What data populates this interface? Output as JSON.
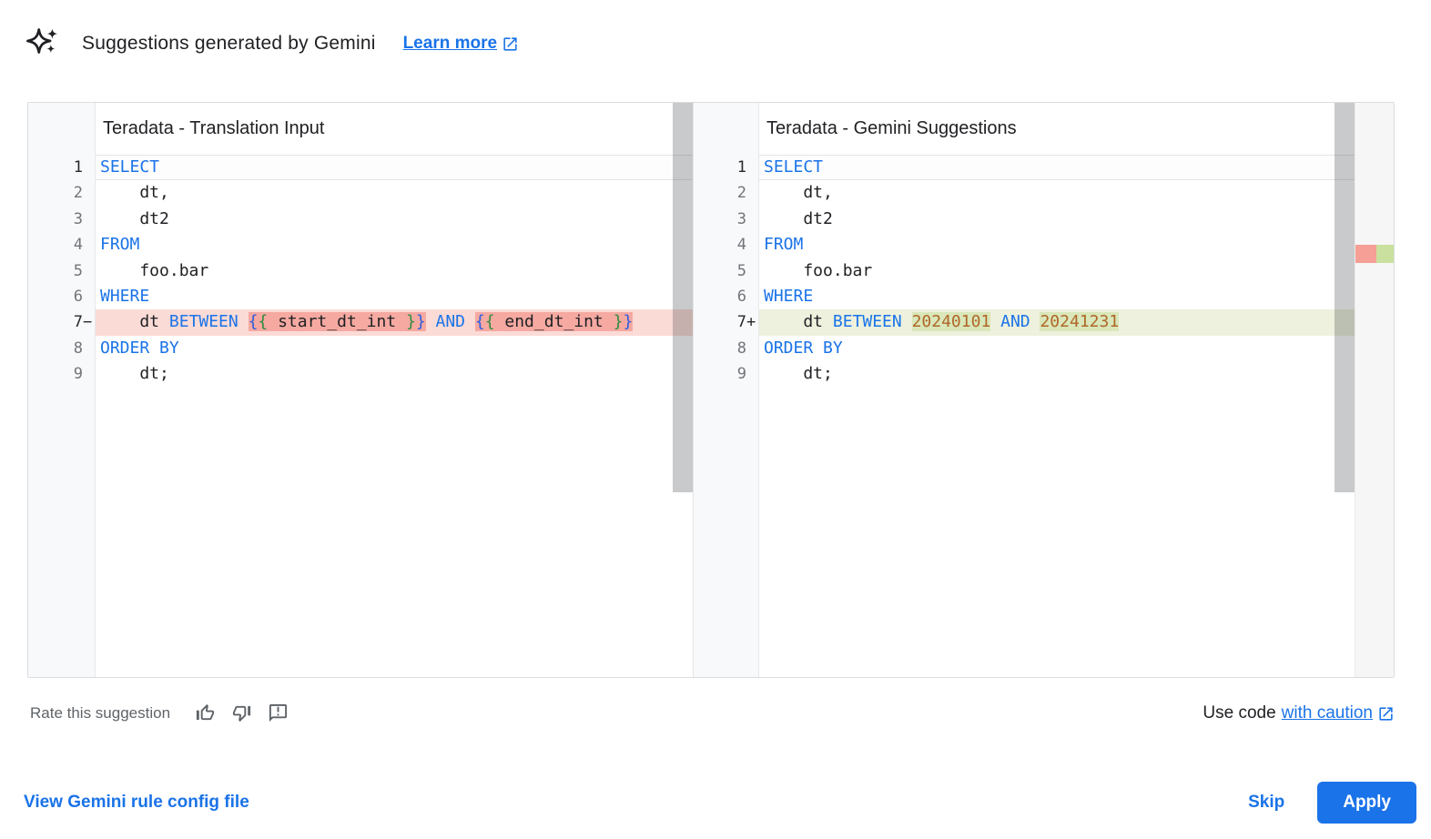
{
  "header": {
    "icon": "gemini-sparkle-icon",
    "title": "Suggestions generated by Gemini",
    "learn_more_label": "Learn more"
  },
  "diff": {
    "left": {
      "title": "Teradata - Translation Input",
      "lines": [
        {
          "num": "1",
          "marker": "",
          "state": "current",
          "tokens": [
            {
              "t": "SELECT",
              "c": "kw"
            }
          ]
        },
        {
          "num": "2",
          "marker": "",
          "state": "",
          "tokens": [
            {
              "t": "    dt,",
              "c": "pl"
            }
          ]
        },
        {
          "num": "3",
          "marker": "",
          "state": "",
          "tokens": [
            {
              "t": "    dt2",
              "c": "pl"
            }
          ]
        },
        {
          "num": "4",
          "marker": "",
          "state": "",
          "tokens": [
            {
              "t": "FROM",
              "c": "kw"
            }
          ]
        },
        {
          "num": "5",
          "marker": "",
          "state": "",
          "tokens": [
            {
              "t": "    foo.bar",
              "c": "pl"
            }
          ]
        },
        {
          "num": "6",
          "marker": "",
          "state": "",
          "tokens": [
            {
              "t": "WHERE",
              "c": "kw"
            }
          ]
        },
        {
          "num": "7",
          "marker": "−",
          "state": "removed",
          "tokens": [
            {
              "t": "    dt ",
              "c": "pl"
            },
            {
              "t": "BETWEEN",
              "c": "kw"
            },
            {
              "t": " ",
              "c": "pl"
            },
            {
              "t": "{",
              "c": "b1",
              "h": 1
            },
            {
              "t": "{",
              "c": "b2",
              "h": 1
            },
            {
              "t": " start_dt_int ",
              "c": "pl",
              "h": 1
            },
            {
              "t": "}",
              "c": "b2",
              "h": 1
            },
            {
              "t": "}",
              "c": "b1",
              "h": 1
            },
            {
              "t": " ",
              "c": "pl"
            },
            {
              "t": "AND",
              "c": "kw"
            },
            {
              "t": " ",
              "c": "pl"
            },
            {
              "t": "{",
              "c": "b1",
              "h": 1
            },
            {
              "t": "{",
              "c": "b2",
              "h": 1
            },
            {
              "t": " end_dt_int ",
              "c": "pl",
              "h": 1
            },
            {
              "t": "}",
              "c": "b2",
              "h": 1
            },
            {
              "t": "}",
              "c": "b1",
              "h": 1
            }
          ]
        },
        {
          "num": "8",
          "marker": "",
          "state": "",
          "tokens": [
            {
              "t": "ORDER BY",
              "c": "kw"
            }
          ]
        },
        {
          "num": "9",
          "marker": "",
          "state": "",
          "tokens": [
            {
              "t": "    dt;",
              "c": "pl"
            }
          ]
        }
      ]
    },
    "right": {
      "title": "Teradata - Gemini Suggestions",
      "lines": [
        {
          "num": "1",
          "marker": "",
          "state": "current",
          "tokens": [
            {
              "t": "SELECT",
              "c": "kw"
            }
          ]
        },
        {
          "num": "2",
          "marker": "",
          "state": "",
          "tokens": [
            {
              "t": "    dt,",
              "c": "pl"
            }
          ]
        },
        {
          "num": "3",
          "marker": "",
          "state": "",
          "tokens": [
            {
              "t": "    dt2",
              "c": "pl"
            }
          ]
        },
        {
          "num": "4",
          "marker": "",
          "state": "",
          "tokens": [
            {
              "t": "FROM",
              "c": "kw"
            }
          ]
        },
        {
          "num": "5",
          "marker": "",
          "state": "",
          "tokens": [
            {
              "t": "    foo.bar",
              "c": "pl"
            }
          ]
        },
        {
          "num": "6",
          "marker": "",
          "state": "",
          "tokens": [
            {
              "t": "WHERE",
              "c": "kw"
            }
          ]
        },
        {
          "num": "7",
          "marker": "+",
          "state": "added",
          "tokens": [
            {
              "t": "    dt ",
              "c": "pl"
            },
            {
              "t": "BETWEEN",
              "c": "kw"
            },
            {
              "t": " ",
              "c": "pl"
            },
            {
              "t": "20240101",
              "c": "num",
              "h": 1
            },
            {
              "t": " ",
              "c": "pl"
            },
            {
              "t": "AND",
              "c": "kw"
            },
            {
              "t": " ",
              "c": "pl"
            },
            {
              "t": "20241231",
              "c": "num",
              "h": 1
            }
          ]
        },
        {
          "num": "8",
          "marker": "",
          "state": "",
          "tokens": [
            {
              "t": "ORDER BY",
              "c": "kw"
            }
          ]
        },
        {
          "num": "9",
          "marker": "",
          "state": "",
          "tokens": [
            {
              "t": "    dt;",
              "c": "pl"
            }
          ]
        }
      ]
    },
    "overview_marks": [
      "removed",
      "added"
    ]
  },
  "feedback": {
    "rate_label": "Rate this suggestion",
    "icons": [
      "thumb-up-icon",
      "thumb-down-icon",
      "feedback-icon"
    ],
    "use_code_prefix": "Use code",
    "use_code_link": "with caution"
  },
  "actions": {
    "view_config_label": "View Gemini rule config file",
    "skip_label": "Skip",
    "apply_label": "Apply"
  },
  "colors": {
    "accent": "#1a73e8",
    "keyword": "#1a73e8",
    "number": "#b06728",
    "brace_outer": "#2b5ce0",
    "brace_inner": "#2e8b3d",
    "removed_line_bg": "#fbdbd6",
    "removed_token_bg": "#f5a9a1",
    "added_line_bg": "#edf1dd",
    "added_token_bg": "#d9e7ba"
  }
}
